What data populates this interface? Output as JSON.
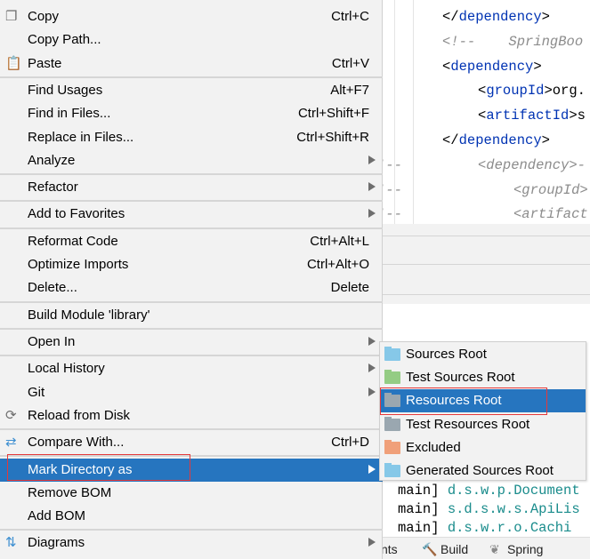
{
  "editor": {
    "lines": [
      {
        "indent": 0,
        "parts": [
          [
            "tag",
            "</"
          ],
          [
            "tn",
            "dependency"
          ],
          [
            "tag",
            ">"
          ]
        ]
      },
      {
        "indent": 0,
        "parts": [
          [
            "cm",
            "<!--    SpringBoo"
          ]
        ]
      },
      {
        "indent": 0,
        "parts": [
          [
            "tag",
            "<"
          ],
          [
            "tn",
            "dependency"
          ],
          [
            "tag",
            ">"
          ]
        ]
      },
      {
        "indent": 1,
        "parts": [
          [
            "tag",
            "<"
          ],
          [
            "tn",
            "groupId"
          ],
          [
            "tag",
            ">org."
          ]
        ]
      },
      {
        "indent": 1,
        "parts": [
          [
            "tag",
            "<"
          ],
          [
            "tn",
            "artifactId"
          ],
          [
            "tag",
            ">s"
          ]
        ]
      },
      {
        "indent": 0,
        "parts": [
          [
            "tag",
            "</"
          ],
          [
            "tn",
            "dependency"
          ],
          [
            "tag",
            ">"
          ]
        ]
      },
      {
        "indent": 1,
        "prefix": "!--",
        "parts": [
          [
            "cm",
            "<dependency>-"
          ]
        ]
      },
      {
        "indent": 2,
        "prefix": "!--",
        "parts": [
          [
            "cm",
            "<groupId>"
          ]
        ]
      },
      {
        "indent": 2,
        "prefix": "!--",
        "parts": [
          [
            "cm",
            "<artifact"
          ]
        ]
      }
    ]
  },
  "console": {
    "lines": [
      {
        "thread": "main]",
        "logger": "d.s.w.p.Document"
      },
      {
        "thread": "main]",
        "logger": "s.d.s.w.s.ApiLis"
      },
      {
        "thread": "main]",
        "logger": "d.s.w.r.o.Cachi"
      }
    ]
  },
  "bottom_bar": {
    "items": [
      "nts",
      "Build",
      "Spring"
    ]
  },
  "context_menu": {
    "items": [
      {
        "label": "Copy",
        "shortcut": "Ctrl+C",
        "icon": "copy-icon"
      },
      {
        "label": "Copy Path...",
        "shortcut": ""
      },
      {
        "label": "Paste",
        "shortcut": "Ctrl+V",
        "icon": "paste-icon",
        "sep_after": true
      },
      {
        "label": "Find Usages",
        "shortcut": "Alt+F7"
      },
      {
        "label": "Find in Files...",
        "shortcut": "Ctrl+Shift+F"
      },
      {
        "label": "Replace in Files...",
        "shortcut": "Ctrl+Shift+R"
      },
      {
        "label": "Analyze",
        "submenu": true,
        "sep_after": true
      },
      {
        "label": "Refactor",
        "submenu": true,
        "sep_after": true
      },
      {
        "label": "Add to Favorites",
        "submenu": true,
        "sep_after": true
      },
      {
        "label": "Reformat Code",
        "shortcut": "Ctrl+Alt+L"
      },
      {
        "label": "Optimize Imports",
        "shortcut": "Ctrl+Alt+O"
      },
      {
        "label": "Delete...",
        "shortcut": "Delete",
        "sep_after": true
      },
      {
        "label": "Build Module 'library'",
        "sep_after": true
      },
      {
        "label": "Open In",
        "submenu": true,
        "sep_after": true
      },
      {
        "label": "Local History",
        "submenu": true
      },
      {
        "label": "Git",
        "submenu": true
      },
      {
        "label": "Reload from Disk",
        "icon": "reload-icon",
        "sep_after": true
      },
      {
        "label": "Compare With...",
        "shortcut": "Ctrl+D",
        "icon": "compare-icon",
        "sep_after": true
      },
      {
        "label": "Mark Directory as",
        "submenu": true,
        "selected": true
      },
      {
        "label": "Remove BOM"
      },
      {
        "label": "Add BOM",
        "sep_after": true
      },
      {
        "label": "Diagrams",
        "submenu": true,
        "icon": "diagrams-icon"
      }
    ]
  },
  "submenu": {
    "items": [
      {
        "label": "Sources Root",
        "color": "#86c8e8",
        "icon": "sources-root-folder-icon"
      },
      {
        "label": "Test Sources Root",
        "color": "#94cc84",
        "icon": "test-sources-root-folder-icon"
      },
      {
        "label": "Resources Root",
        "color": "#9aa7b0",
        "icon": "resources-root-folder-icon",
        "selected": true
      },
      {
        "label": "Test Resources Root",
        "color": "#9aa7b0",
        "icon": "test-resources-root-folder-icon"
      },
      {
        "label": "Excluded",
        "color": "#f0a07a",
        "icon": "excluded-folder-icon"
      },
      {
        "label": "Generated Sources Root",
        "color": "#86c8e8",
        "icon": "generated-sources-root-folder-icon"
      }
    ]
  },
  "colors": {
    "selection": "#2675bf",
    "highlight_box": "#e5393a",
    "xml_tag": "#0033b3",
    "console_logger": "#1a8c8c"
  }
}
